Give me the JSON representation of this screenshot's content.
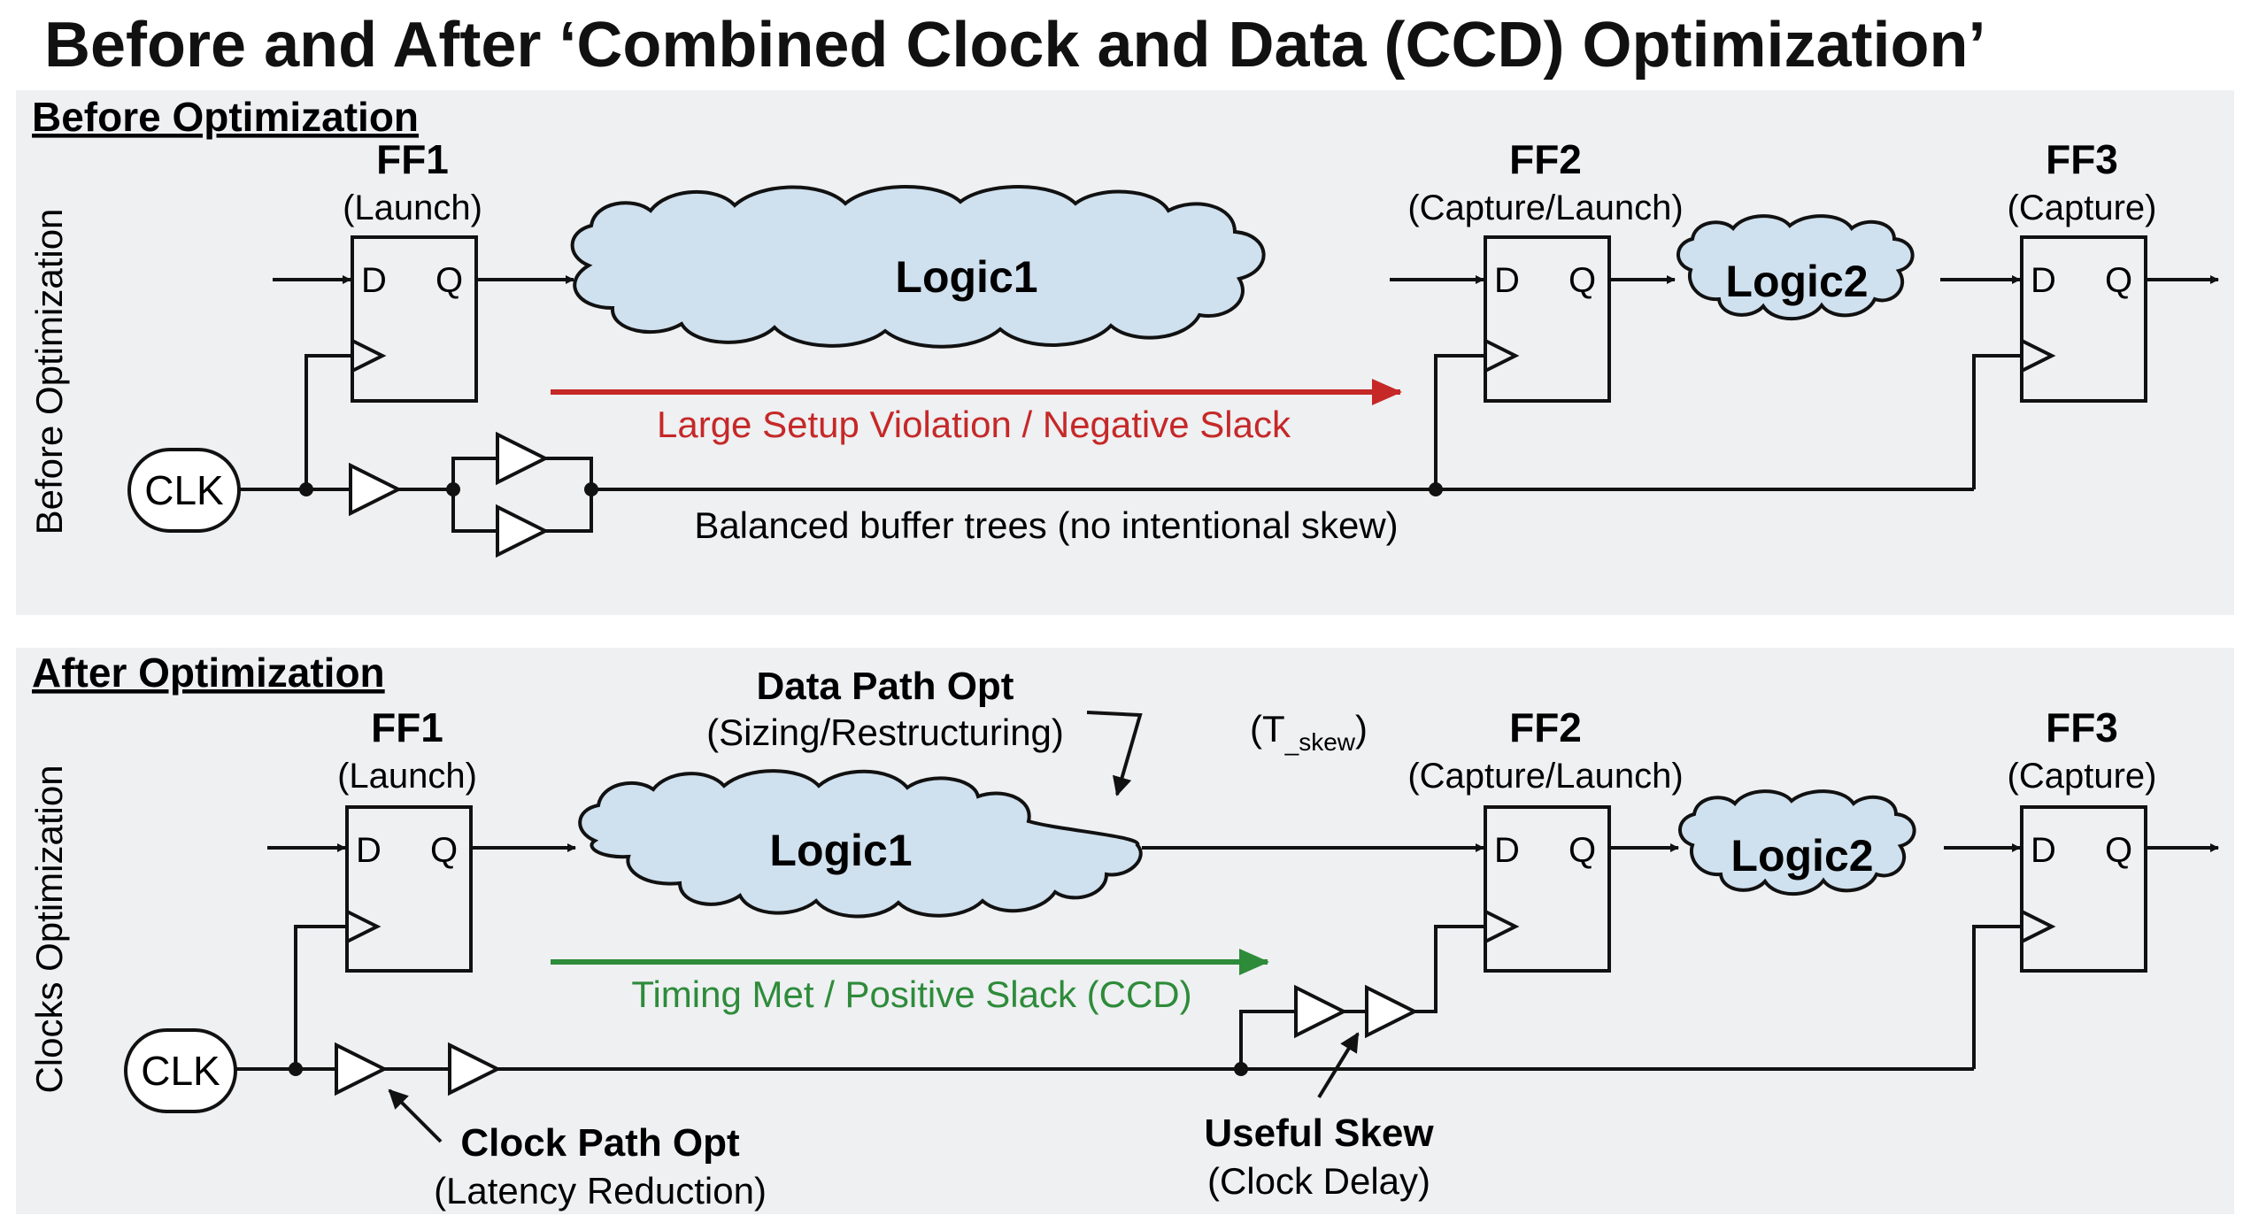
{
  "title": "Before and After  ‘Combined Clock and Data (CCD) Optimization’",
  "before": {
    "heading": "Before Optimization",
    "side_label": "Before Optimization",
    "ff1": {
      "name": "FF1",
      "role": "(Launch)",
      "d": "D",
      "q": "Q"
    },
    "ff2": {
      "name": "FF2",
      "role": "(Capture/Launch)",
      "d": "D",
      "q": "Q"
    },
    "ff3": {
      "name": "FF3",
      "role": "(Capture)",
      "d": "D",
      "q": "Q"
    },
    "logic1": "Logic1",
    "logic2": "Logic2",
    "clk": "CLK",
    "violation": "Large Setup Violation / Negative Slack",
    "buffer_note": "Balanced buffer trees (no intentional skew)",
    "colors": {
      "violation": "#c62828",
      "cloud": "#cfe0ee"
    }
  },
  "after": {
    "heading": "After Optimization",
    "side_label": "Clocks Optimization",
    "ff1": {
      "name": "FF1",
      "role": "(Launch)",
      "d": "D",
      "q": "Q"
    },
    "ff2": {
      "name": "FF2",
      "role": "(Capture/Launch)",
      "d": "D",
      "q": "Q"
    },
    "ff3": {
      "name": "FF3",
      "role": "(Capture)",
      "d": "D",
      "q": "Q"
    },
    "logic1": "Logic1",
    "logic2": "Logic2",
    "clk": "CLK",
    "data_opt_title": "Data Path Opt",
    "data_opt_sub": "(Sizing/Restructuring)",
    "tskew_open": "(T",
    "tskew_sub": "_skew",
    "tskew_close": ")",
    "timing_met": "Timing Met / Positive Slack (CCD)",
    "clock_opt_title": "Clock Path Opt",
    "clock_opt_sub": "(Latency Reduction)",
    "useful_skew_title": "Useful Skew",
    "useful_skew_sub": "(Clock Delay)",
    "colors": {
      "timing_met": "#2e8b3a",
      "cloud": "#cfe0ee"
    }
  }
}
